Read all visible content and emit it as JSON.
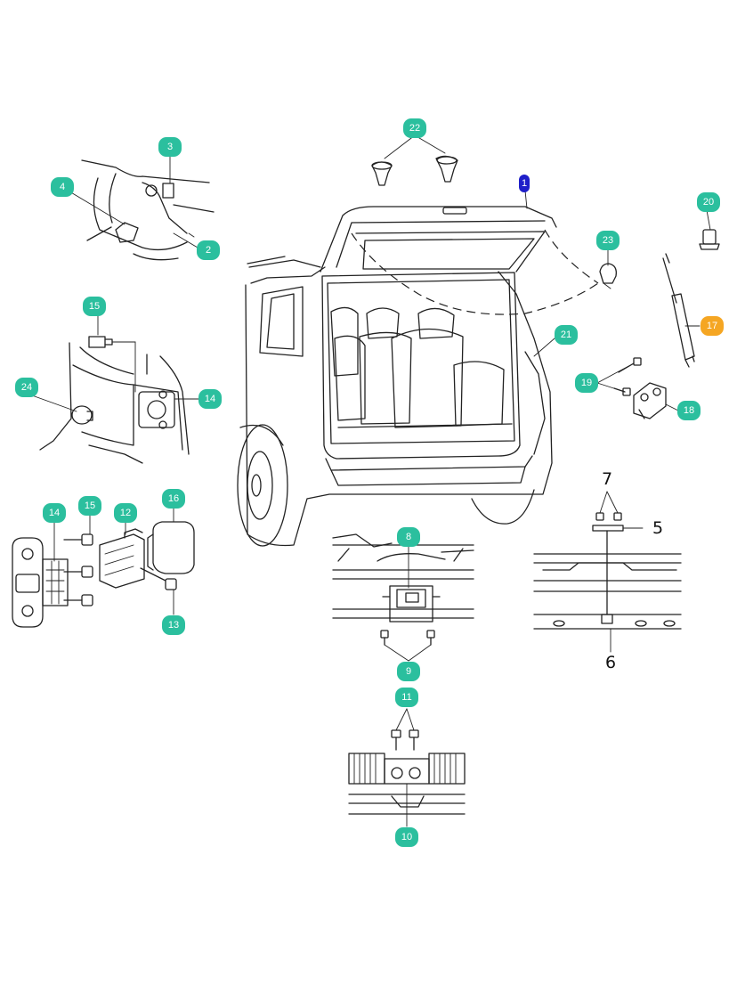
{
  "colors": {
    "callout_default": "#2bbf9e",
    "callout_selected": "#1f1fc9",
    "callout_highlight": "#f5a623",
    "line": "#222222"
  },
  "callouts": [
    {
      "id": "c1",
      "label": "1",
      "state": "selected"
    },
    {
      "id": "c2",
      "label": "2",
      "state": "default"
    },
    {
      "id": "c3",
      "label": "3",
      "state": "default"
    },
    {
      "id": "c4",
      "label": "4",
      "state": "default"
    },
    {
      "id": "c8",
      "label": "8",
      "state": "default"
    },
    {
      "id": "c9",
      "label": "9",
      "state": "default"
    },
    {
      "id": "c10",
      "label": "10",
      "state": "default"
    },
    {
      "id": "c11",
      "label": "11",
      "state": "default"
    },
    {
      "id": "c12",
      "label": "12",
      "state": "default"
    },
    {
      "id": "c13",
      "label": "13",
      "state": "default"
    },
    {
      "id": "c14a",
      "label": "14",
      "state": "default"
    },
    {
      "id": "c14b",
      "label": "14",
      "state": "default"
    },
    {
      "id": "c15a",
      "label": "15",
      "state": "default"
    },
    {
      "id": "c15b",
      "label": "15",
      "state": "default"
    },
    {
      "id": "c16",
      "label": "16",
      "state": "default"
    },
    {
      "id": "c17",
      "label": "17",
      "state": "highlight"
    },
    {
      "id": "c18",
      "label": "18",
      "state": "default"
    },
    {
      "id": "c19",
      "label": "19",
      "state": "default"
    },
    {
      "id": "c20",
      "label": "20",
      "state": "default"
    },
    {
      "id": "c21",
      "label": "21",
      "state": "default"
    },
    {
      "id": "c22",
      "label": "22",
      "state": "default"
    },
    {
      "id": "c23",
      "label": "23",
      "state": "default"
    },
    {
      "id": "c24",
      "label": "24",
      "state": "default"
    }
  ],
  "plain_labels": [
    {
      "id": "p5",
      "label": "5"
    },
    {
      "id": "p6",
      "label": "6"
    },
    {
      "id": "p7",
      "label": "7"
    }
  ]
}
